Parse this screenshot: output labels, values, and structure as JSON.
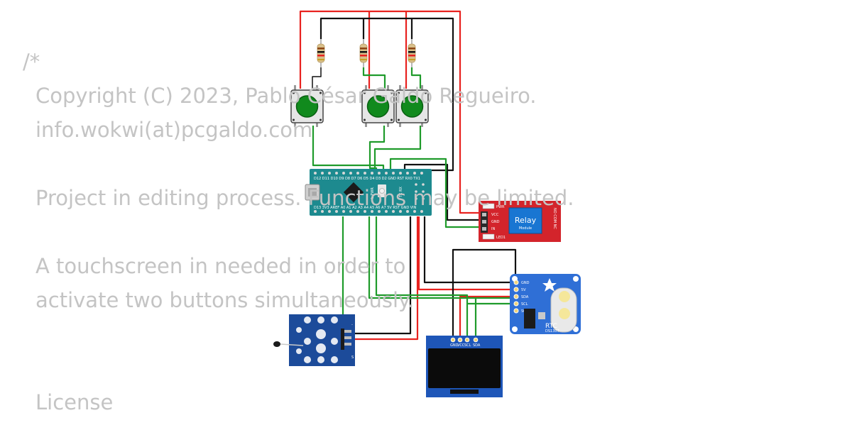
{
  "comment": {
    "open": "/*",
    "copyright": "Copyright (C) 2023, Pablo César Galdo Regueiro.",
    "email": "info.wokwi(at)pcgaldo.com",
    "editing": "Project in editing process. Functions may be limited.",
    "touch_line1": "A touchscreen in needed in order to",
    "touch_line2": "activate two buttons simultaneously.",
    "license": "License"
  },
  "relay": {
    "title": "Relay",
    "subtitle": "Module",
    "pins": [
      "VCC",
      "GND",
      "IN"
    ],
    "pwr_label": "PWR",
    "led_label": "LED1",
    "side_label": "NO COM NC"
  },
  "rtc": {
    "title": "RTC",
    "model": "DS1307",
    "pins": [
      "GND",
      "5V",
      "SDA",
      "SCL",
      "SQW"
    ]
  },
  "oled": {
    "pins": [
      "GND",
      "VCC",
      "SCL",
      "SDA"
    ]
  },
  "nano": {
    "top_pins": "D12 D11 D10 D9 D8 D7 D6 D5 D4 D3 D2 GND RST RX0 TX1",
    "bottom_pins": "D13 3V3 AREF A0 A1 A2 A3 A4 A5 A6 A7 5V RST GND VIN",
    "led_label": "L PWR",
    "tx_rx": "TX RX"
  },
  "ntc": {
    "minus": "-",
    "signal": "S"
  },
  "colors": {
    "wire_red": "#e8221f",
    "wire_black": "#111111",
    "wire_green": "#1f9b2b",
    "nano_board": "#1d8a8f",
    "relay_board": "#d3242b",
    "rtc_board": "#2f6fd6",
    "oled_board": "#1e56b8",
    "ntc_board": "#1c4b9a",
    "button_cap": "#118a1d",
    "comment_text": "#c4c4c4"
  }
}
